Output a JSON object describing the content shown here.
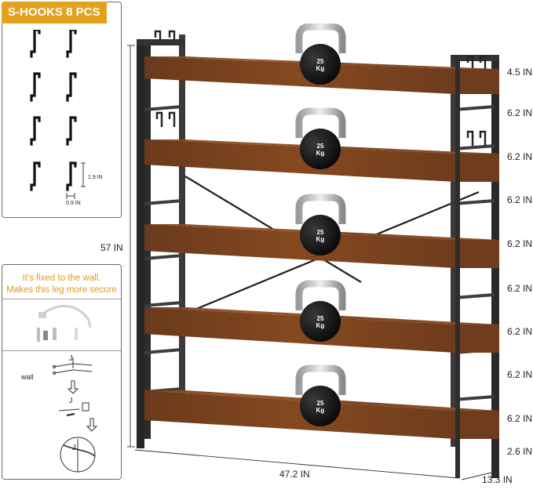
{
  "hooks_panel": {
    "title": "S-HOOKS 8 PCS",
    "hook_height": "1.9 IN",
    "hook_width": "0.9 IN"
  },
  "wall_panel": {
    "note_line1": "It's fixed to the wall.",
    "note_line2": "Makes this leg more secure",
    "wall_label": "wall",
    "j_label_1": "J",
    "j_label_2": "J",
    "j_label_3": "J",
    "clip_text": "·······"
  },
  "dimensions": {
    "total_height": "57 IN",
    "width": "47.2 IN",
    "depth": "13.3 IN",
    "shelf_gaps": [
      "4.5 IN",
      "6.2 IN",
      "6.2 IN",
      "6.2 IN",
      "6.2 IN",
      "6.2 IN",
      "6.2 IN",
      "6.2 IN",
      "6.2 IN",
      "2.6 IN"
    ]
  },
  "kettlebells": [
    {
      "weight": "25",
      "unit": "Kg"
    },
    {
      "weight": "25",
      "unit": "Kg"
    },
    {
      "weight": "25",
      "unit": "Kg"
    },
    {
      "weight": "25",
      "unit": "Kg"
    },
    {
      "weight": "25",
      "unit": "Kg"
    }
  ],
  "colors": {
    "accent": "#e3a21e",
    "wood": "#8a4f24",
    "metal": "#3a3a3a",
    "border": "#6b6b6b"
  }
}
